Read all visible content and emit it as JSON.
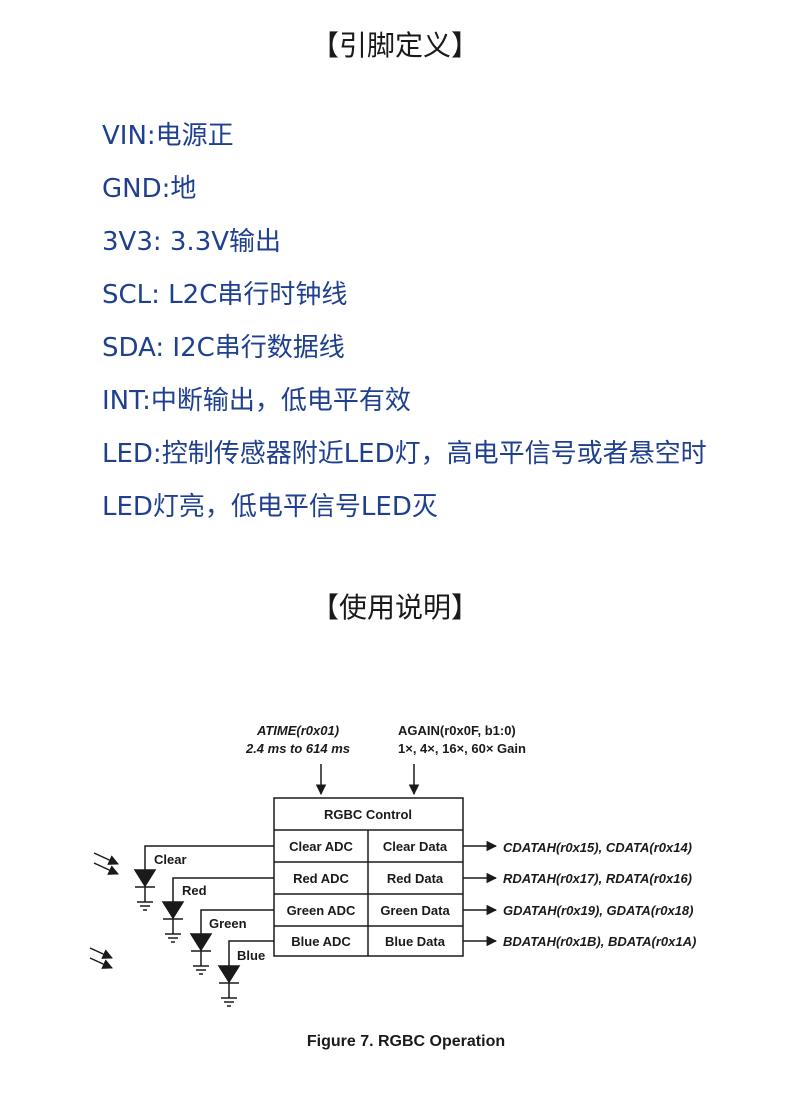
{
  "headings": {
    "pin_definition": "【引脚定义】",
    "usage": "【使用说明】"
  },
  "pins": [
    "VIN:电源正",
    "GND:地",
    "3V3: 3.3V输出",
    "SCL: L2C串行时钟线",
    "SDA: I2C串行数据线",
    "INT:中断输出，低电平有效",
    "LED:控制传感器附近LED灯，高电平信号或者悬空时",
    "LED灯亮，低电平信号LED灭"
  ],
  "figure": {
    "atime_label": "ATIME(r0x01)",
    "atime_range": "2.4 ms to 614 ms",
    "again_label": "AGAIN(r0x0F, b1:0)",
    "again_values": "1×, 4×, 16×, 60× Gain",
    "control_title": "RGBC Control",
    "channels": [
      {
        "diode": "Clear",
        "adc": "Clear ADC",
        "data": "Clear Data",
        "register": "CDATAH(r0x15), CDATA(r0x14)"
      },
      {
        "diode": "Red",
        "adc": "Red ADC",
        "data": "Red Data",
        "register": "RDATAH(r0x17), RDATA(r0x16)"
      },
      {
        "diode": "Green",
        "adc": "Green ADC",
        "data": "Green Data",
        "register": "GDATAH(r0x19), GDATA(r0x18)"
      },
      {
        "diode": "Blue",
        "adc": "Blue ADC",
        "data": "Blue Data",
        "register": "BDATAH(r0x1B), BDATA(r0x1A)"
      }
    ],
    "caption": "Figure 7. RGBC Operation"
  }
}
